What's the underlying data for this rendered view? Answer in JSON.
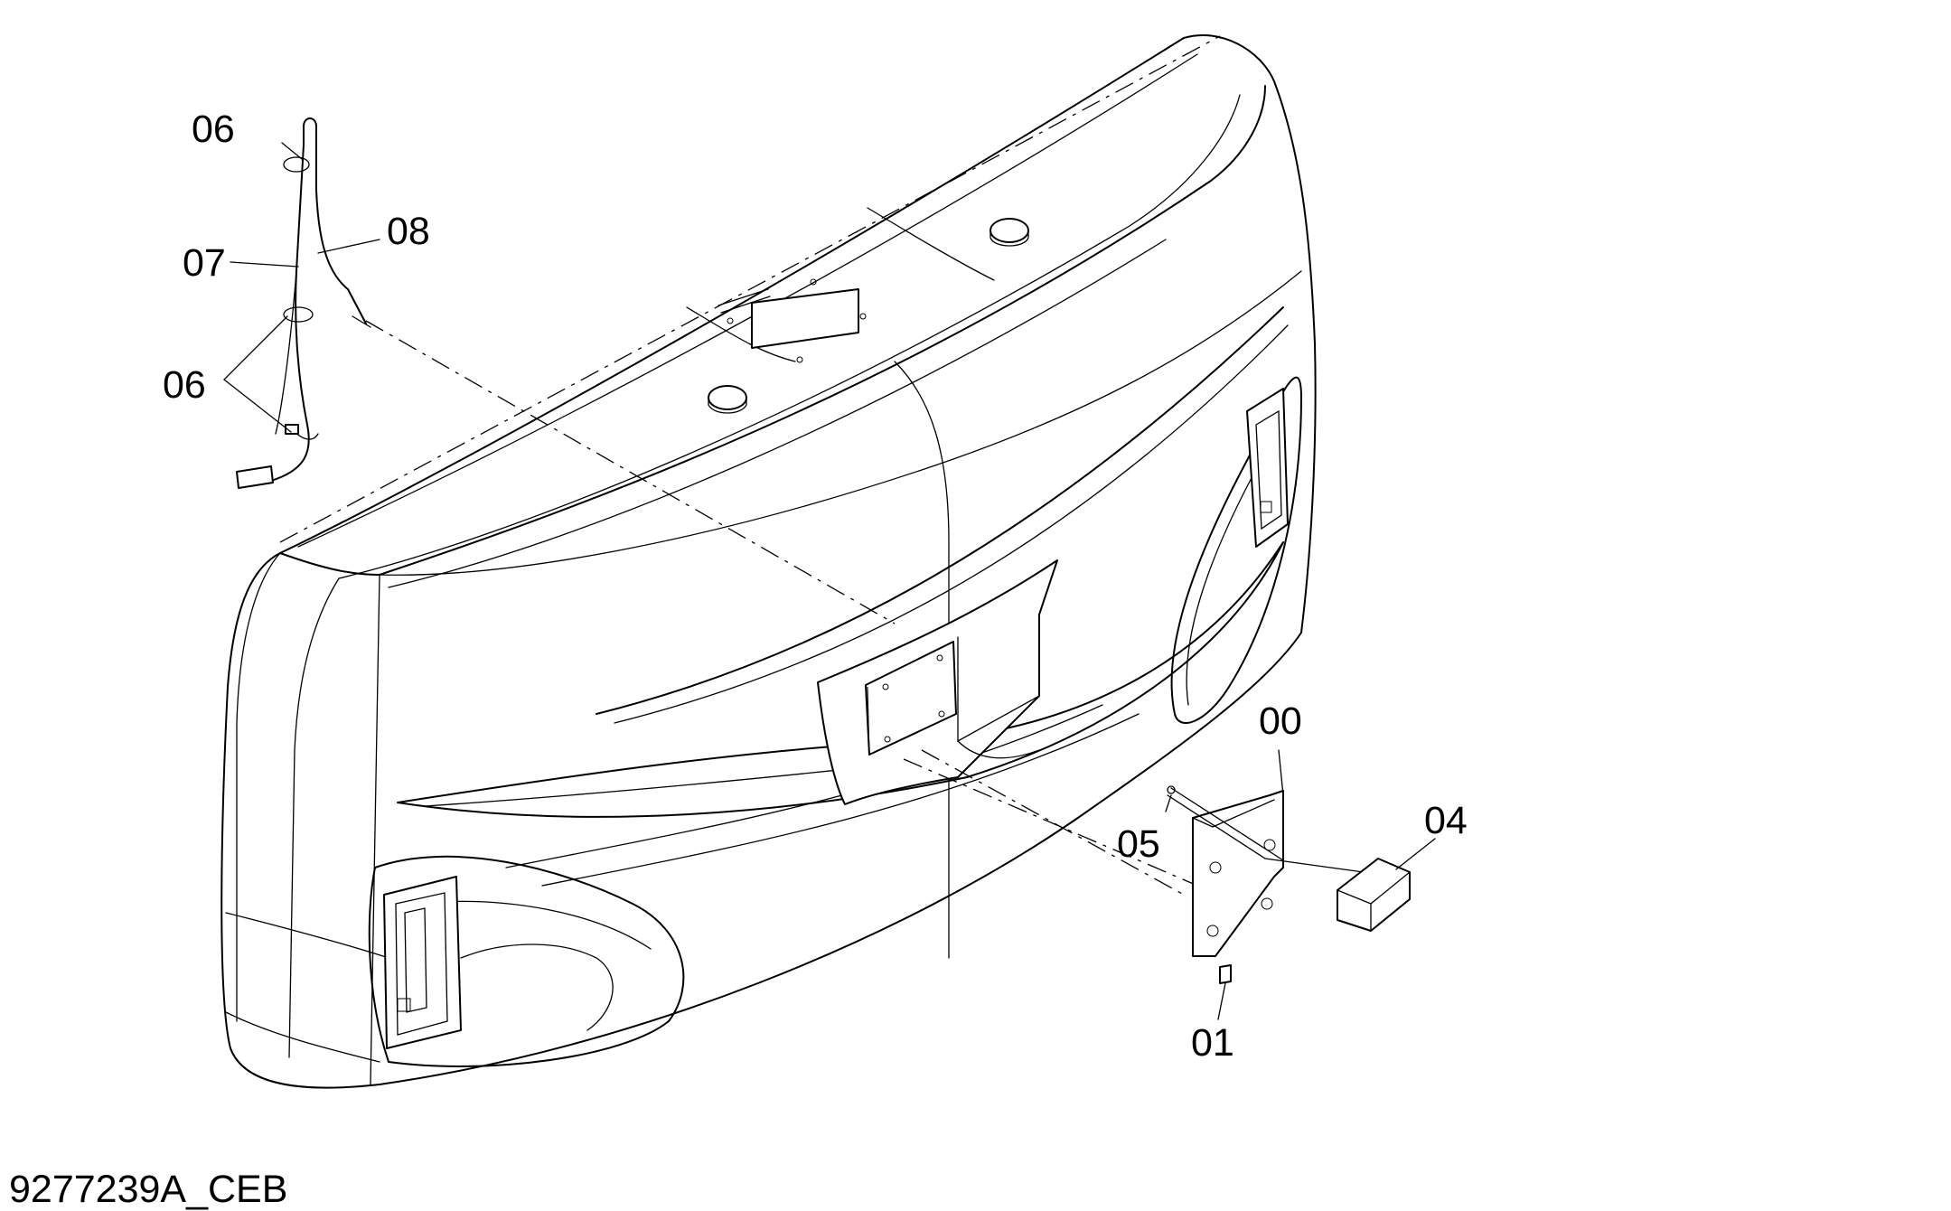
{
  "drawing": {
    "code": "9277239A_CEB",
    "callouts": [
      {
        "id": "00",
        "label": "00"
      },
      {
        "id": "01",
        "label": "01"
      },
      {
        "id": "04",
        "label": "04"
      },
      {
        "id": "05",
        "label": "05"
      },
      {
        "id": "06a",
        "label": "06"
      },
      {
        "id": "06b",
        "label": "06"
      },
      {
        "id": "07",
        "label": "07"
      },
      {
        "id": "08",
        "label": "08"
      }
    ]
  }
}
